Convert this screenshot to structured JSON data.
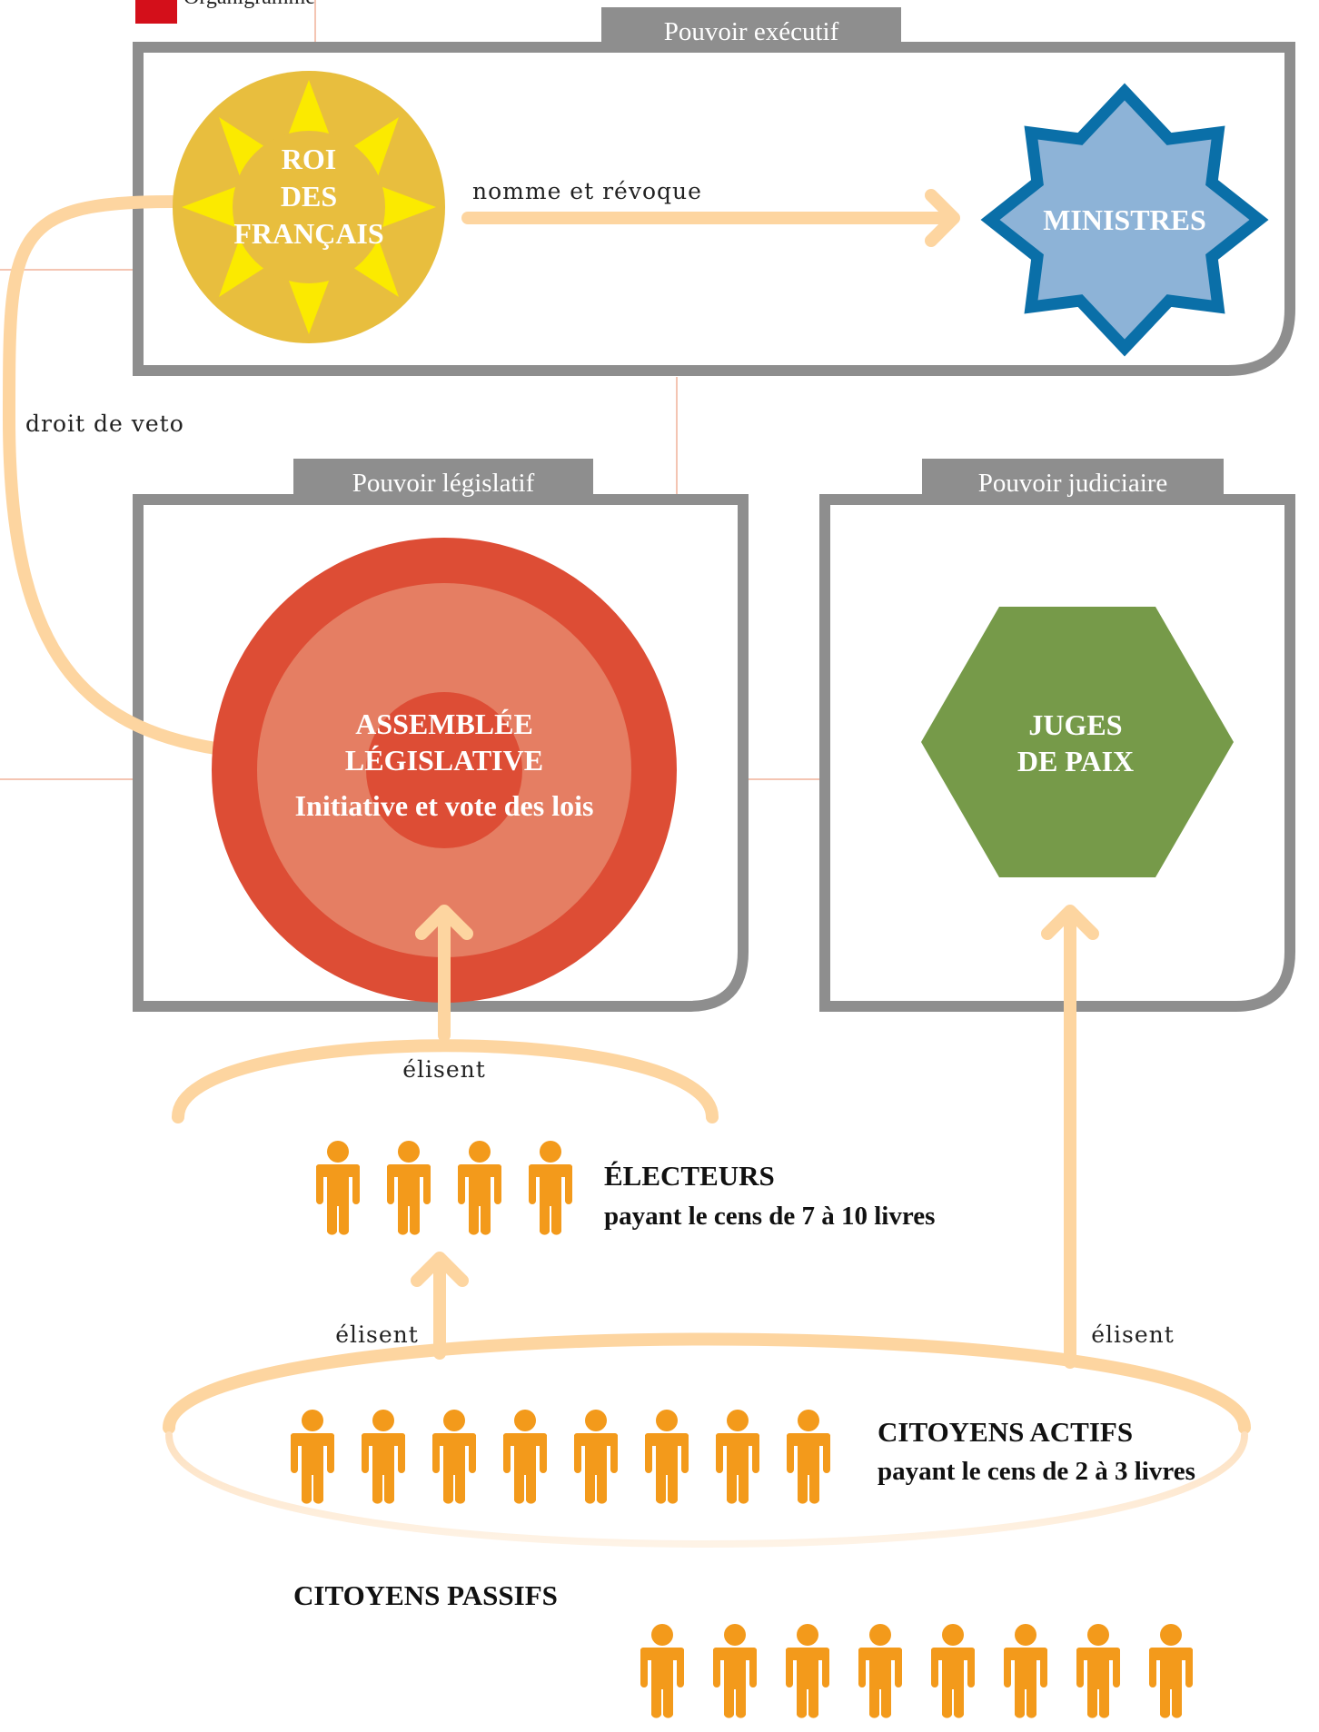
{
  "legend": {
    "label": "Organigramme",
    "color": "#d40f1a"
  },
  "powers": {
    "executive": {
      "tab": "Pouvoir exécutif"
    },
    "legislative": {
      "tab": "Pouvoir législatif"
    },
    "judicial": {
      "tab": "Pouvoir judiciaire"
    }
  },
  "nodes": {
    "king": {
      "line1": "ROI",
      "line2": "DES",
      "line3": "FRANÇAIS"
    },
    "ministers": {
      "label": "MINISTRES"
    },
    "assembly": {
      "line1": "ASSEMBLÉE",
      "line2": "LÉGISLATIVE",
      "line3": "Initiative et vote des lois"
    },
    "judges": {
      "line1": "JUGES",
      "line2": "DE PAIX"
    }
  },
  "relations": {
    "appoint": "nomme et révoque",
    "veto": "droit de veto",
    "elect_assembly": "élisent",
    "elect_electors": "élisent",
    "elect_judges": "élisent"
  },
  "groups": {
    "electors": {
      "title": "ÉLECTEURS",
      "subtitle": "payant le cens de 7 à 10 livres",
      "count": 4
    },
    "active": {
      "title": "CITOYENS ACTIFS",
      "subtitle": "payant le cens de 2 à 3 livres",
      "count": 8
    },
    "passive": {
      "title": "CITOYENS PASSIFS",
      "count": 8
    }
  },
  "colors": {
    "frame": "#8e8e8e",
    "arrow": "#fdd5a0",
    "king_outer": "#e8be3e",
    "king_rays": "#fbea00",
    "ministers_fill": "#8db3d7",
    "ministers_stroke": "#0a6fa8",
    "assembly_outer": "#dd4d35",
    "assembly_mid": "#e57e63",
    "judges": "#769a49",
    "people": "#f39a1b",
    "grid": "#f4c5b3"
  }
}
